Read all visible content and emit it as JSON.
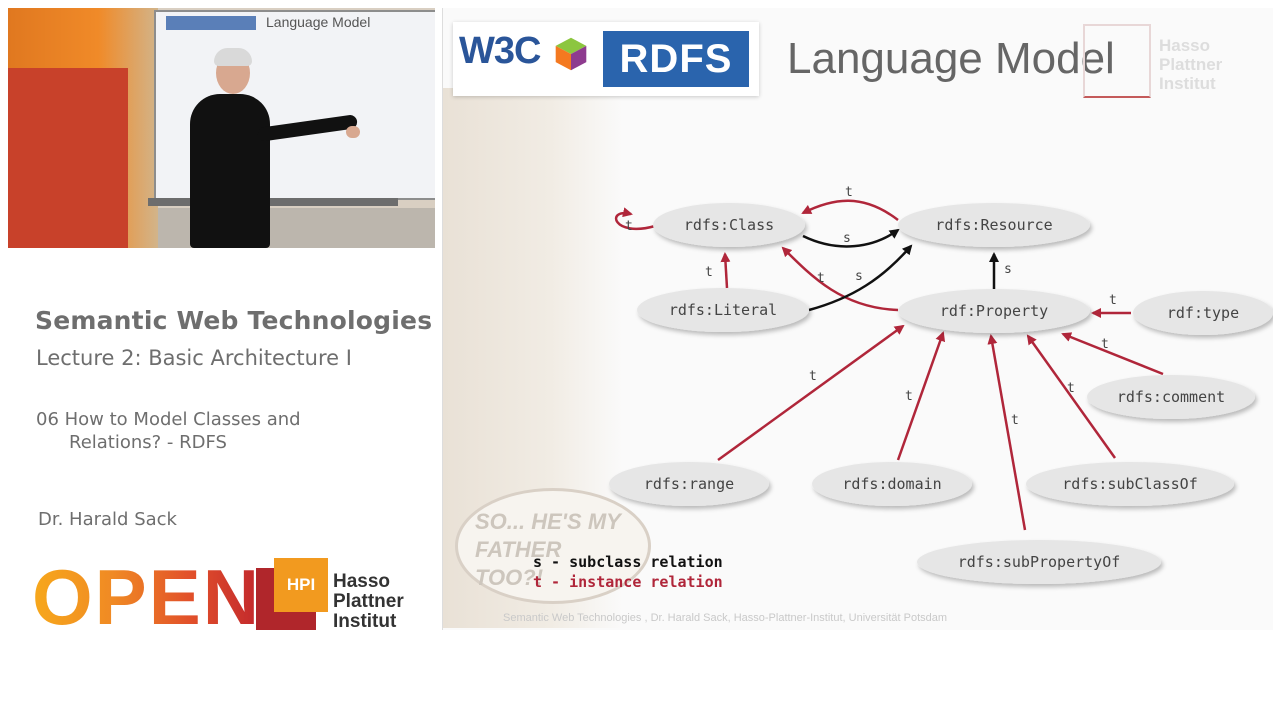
{
  "sidebar": {
    "course_title": "Semantic Web Technologies",
    "lecture_title": "Lecture 2: Basic Architecture I",
    "section_line1": "06 How to Model Classes and",
    "section_line2": "Relations? - RDFS",
    "author": "Dr. Harald Sack",
    "logo_open": "OPEN",
    "logo_hpi": "HPI",
    "logo_name_1": "Hasso",
    "logo_name_2": "Plattner",
    "logo_name_3": "Institut"
  },
  "video": {
    "board_title": "Language Model"
  },
  "slide": {
    "w3c": "W3C",
    "rdfs_badge": "RDFS",
    "title": "Language Model",
    "hpi_ghost_1": "Hasso",
    "hpi_ghost_2": "Plattner",
    "hpi_ghost_3": "Institut",
    "bubble_text": "SO... HE'S MY FATHER TOO?!",
    "footer": "Semantic Web Technologies , Dr. Harald Sack, Hasso-Plattner-Institut, Universität Potsdam",
    "legend_s": "s - subclass relation",
    "legend_t": "t - instance relation"
  },
  "diagram": {
    "nodes": {
      "class": "rdfs:Class",
      "resource": "rdfs:Resource",
      "literal": "rdfs:Literal",
      "property": "rdf:Property",
      "type": "rdf:type",
      "comment": "rdfs:comment",
      "range": "rdfs:range",
      "domain": "rdfs:domain",
      "subclassof": "rdfs:subClassOf",
      "subpropertyof": "rdfs:subPropertyOf"
    },
    "edge_labels": {
      "s": "s",
      "t": "t"
    },
    "colors": {
      "instance_edge": "#b0263a",
      "subclass_edge": "#111111",
      "node_fill": "#e6e6e6"
    }
  }
}
